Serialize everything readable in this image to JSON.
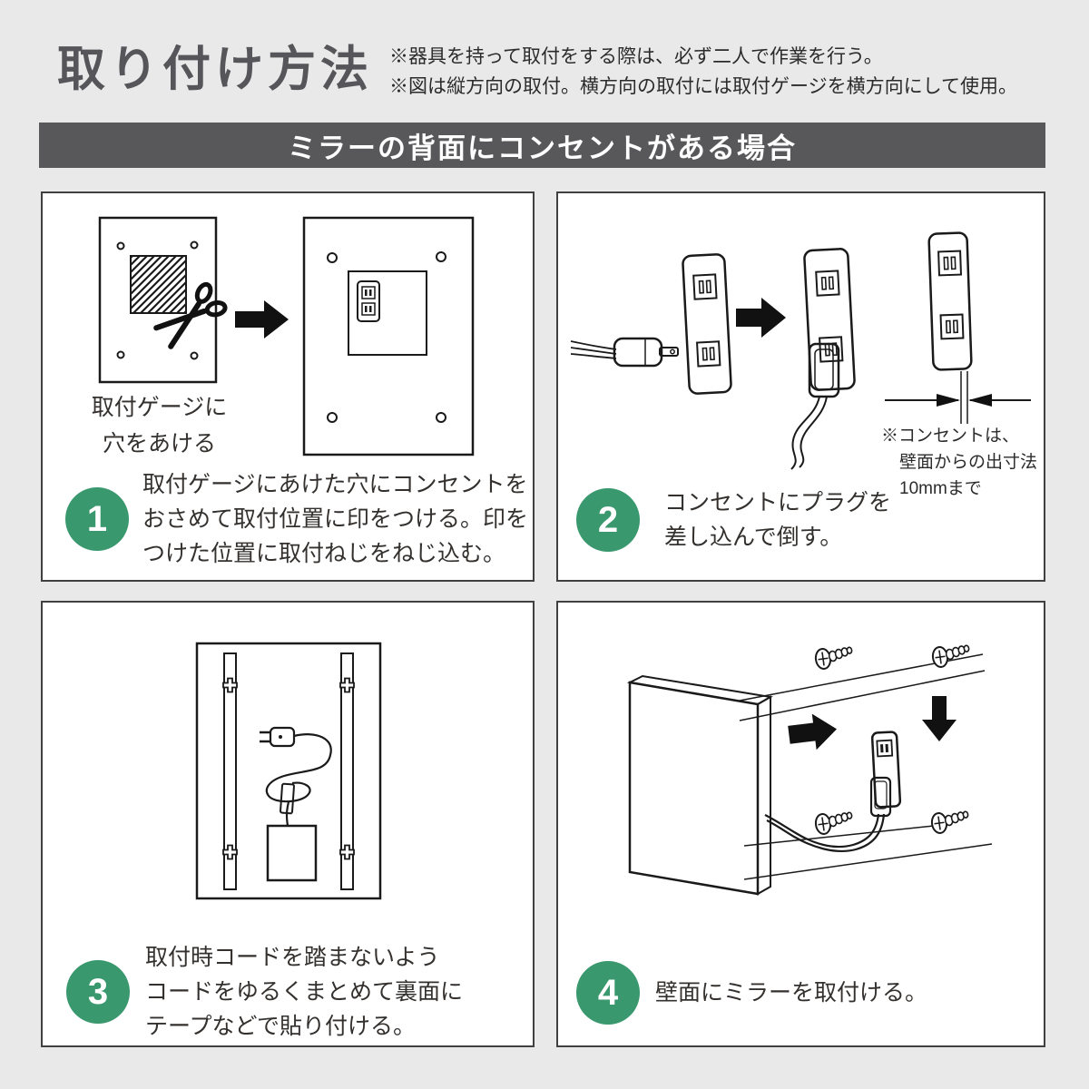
{
  "header": {
    "title": "取り付け方法",
    "notes": [
      "※器具を持って取付をする際は、必ず二人で作業を行う。",
      "※図は縦方向の取付。横方向の取付には取付ゲージを横方向にして使用。"
    ]
  },
  "banner": {
    "text": "ミラーの背面にコンセントがある場合"
  },
  "colors": {
    "page_bg": "#E9E9E9",
    "banner_bg": "#58585A",
    "title_gray": "#56565A",
    "step_accent_green": "#39986D",
    "line_art": "#1A1A1A"
  },
  "steps": [
    {
      "number": "1",
      "lines": [
        "取付ゲージにあけた穴にコンセントを",
        "おさめて取付位置に印をつける。印を",
        "つけた位置に取付ねじをねじ込む。"
      ]
    },
    {
      "number": "2",
      "lines": [
        "コンセントにプラグを",
        "差し込んで倒す。"
      ]
    },
    {
      "number": "3",
      "lines": [
        "取付時コードを踏まないよう",
        "コードをゆるくまとめて裏面に",
        "テープなどで貼り付ける。"
      ]
    },
    {
      "number": "4",
      "lines": [
        "壁面にミラーを取付ける。"
      ]
    }
  ],
  "panel1": {
    "caption_lines": [
      "取付ゲージに",
      "穴をあける"
    ]
  },
  "panel2": {
    "note_lines": [
      "※コンセントは、",
      "壁面からの出寸法",
      "10mmまで"
    ]
  },
  "icons": {
    "scissors": "scissors-icon",
    "arrow_right": "arrow-right-icon",
    "arrow_down": "arrow-down-icon",
    "screw": "screw-icon",
    "outlet": "outlet-icon",
    "plug": "plug-icon"
  }
}
